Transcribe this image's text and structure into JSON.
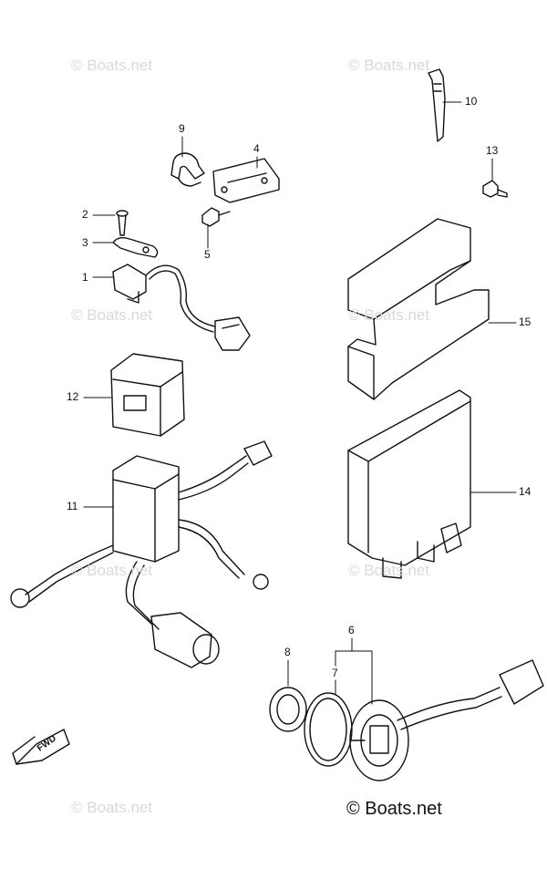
{
  "watermark": "© Boats.net",
  "callouts": {
    "p1": "1",
    "p2": "2",
    "p3": "3",
    "p4": "4",
    "p5": "5",
    "p6": "6",
    "p7": "7",
    "p8": "8",
    "p9": "9",
    "p10": "10",
    "p11": "11",
    "p12": "12",
    "p13": "13",
    "p14": "14",
    "p15": "15"
  },
  "fwd_label": "FWD",
  "copyright": "© Boats.net"
}
